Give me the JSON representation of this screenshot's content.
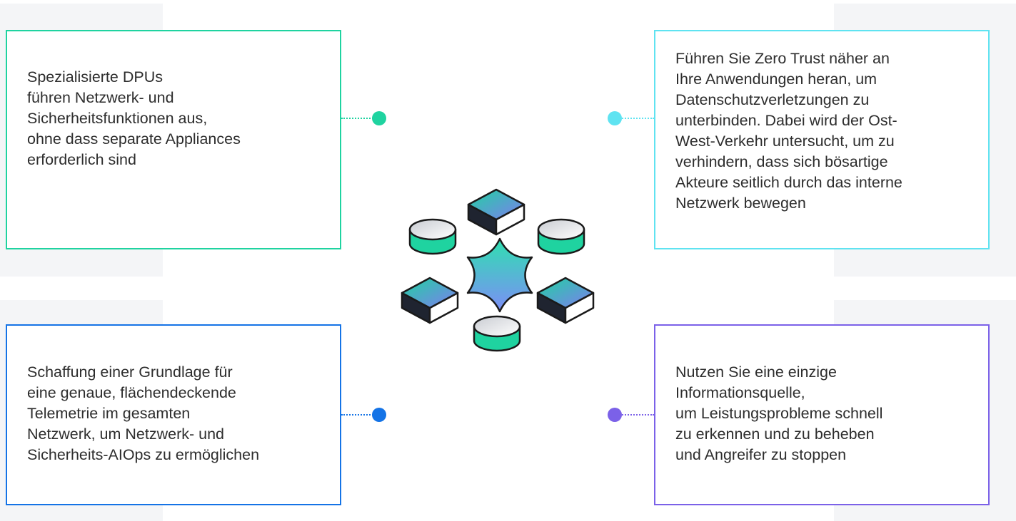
{
  "cards": [
    {
      "id": "top-left",
      "text": "Spezialisierte DPUs\nführen Netzwerk- und\nSicherheitsfunktionen aus,\nohne dass separate Appliances\nerforderlich sind",
      "color": "#1fd3a0"
    },
    {
      "id": "top-right",
      "text": "Führen Sie Zero Trust näher an\nIhre Anwendungen heran, um\nDatenschutzverletzungen zu\nunterbinden. Dabei wird der Ost-\nWest-Verkehr untersucht, um zu\nverhindern, dass sich bösartige\nAkteure seitlich durch das interne\nNetzwerk bewegen",
      "color": "#5fe3f1"
    },
    {
      "id": "bottom-left",
      "text": "Schaffung einer Grundlage für\neine genaue, flächendeckende\nTelemetrie im gesamten\nNetzwerk, um Netzwerk- und\nSicherheits-AIOps zu ermöglichen",
      "color": "#1473e6"
    },
    {
      "id": "bottom-right",
      "text": "Nutzen Sie eine einzige\nInformationsquelle,\num Leistungsprobleme schnell\nzu erkennen und zu beheben\nund Angreifer zu stoppen",
      "color": "#7b61e8"
    }
  ],
  "hub": {
    "icons": [
      "star-hub-icon",
      "database-cylinder-icon",
      "server-cube-icon"
    ],
    "colors": {
      "teal": "#1fd3a0",
      "blue": "#6f8cf5",
      "dark": "#1f2430",
      "outline": "#1a1a1a"
    }
  }
}
